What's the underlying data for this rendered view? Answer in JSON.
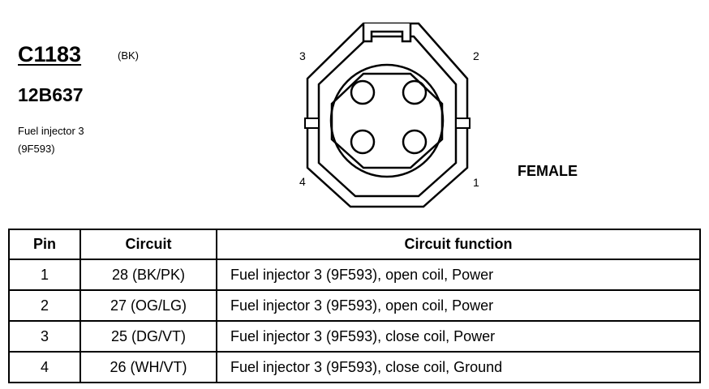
{
  "header": {
    "connector_id": "C1183",
    "color_code": "(BK)",
    "part_number": "12B637",
    "description_line1": "Fuel injector 3",
    "description_line2": "(9F593)"
  },
  "diagram": {
    "gender": "FEMALE",
    "pin_labels": {
      "p1": "1",
      "p2": "2",
      "p3": "3",
      "p4": "4"
    }
  },
  "table": {
    "headers": {
      "pin": "Pin",
      "circuit": "Circuit",
      "function": "Circuit function"
    },
    "rows": [
      {
        "pin": "1",
        "circuit": "28 (BK/PK)",
        "function": "Fuel injector 3 (9F593), open coil, Power"
      },
      {
        "pin": "2",
        "circuit": "27 (OG/LG)",
        "function": "Fuel injector 3 (9F593), open coil, Power"
      },
      {
        "pin": "3",
        "circuit": "25 (DG/VT)",
        "function": "Fuel injector 3 (9F593), close coil, Power"
      },
      {
        "pin": "4",
        "circuit": "26 (WH/VT)",
        "function": "Fuel injector 3 (9F593), close coil, Ground"
      }
    ]
  }
}
